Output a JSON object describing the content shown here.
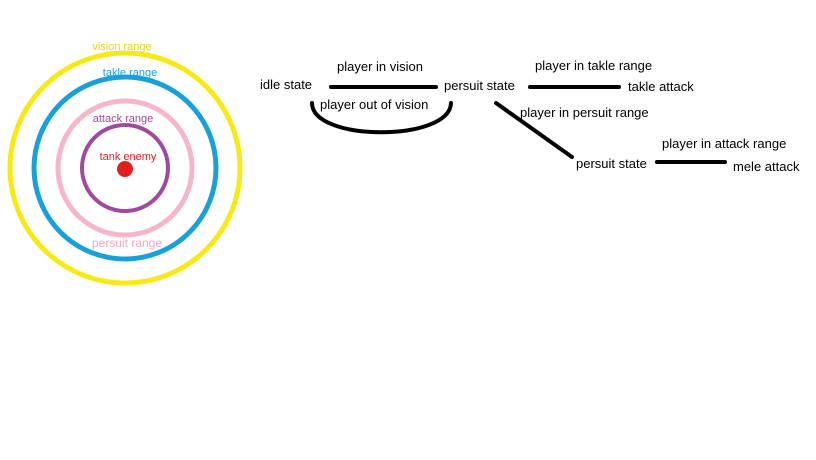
{
  "rings": {
    "vision": {
      "label": "vision range",
      "color": "#f5ea14"
    },
    "takle": {
      "label": "takle range",
      "color": "#1aa0d8"
    },
    "persuit": {
      "label": "persuit range",
      "color": "#f4b6c8"
    },
    "attack": {
      "label": "attack range",
      "color": "#a04a9e"
    },
    "center": {
      "label": "tank enemy",
      "color": "#e02020"
    }
  },
  "states": {
    "idle": "idle state",
    "persuit_1": "persuit state",
    "takle_attack": "takle attack",
    "persuit_2": "persuit state",
    "mele_attack": "mele attack"
  },
  "transitions": {
    "player_in_vision": "player in vision",
    "player_out_of_vision": "player out of vision",
    "player_in_takle_range": "player in takle range",
    "player_in_persuit_range": "player in persuit range",
    "player_in_attack_range": "player in attack range"
  }
}
